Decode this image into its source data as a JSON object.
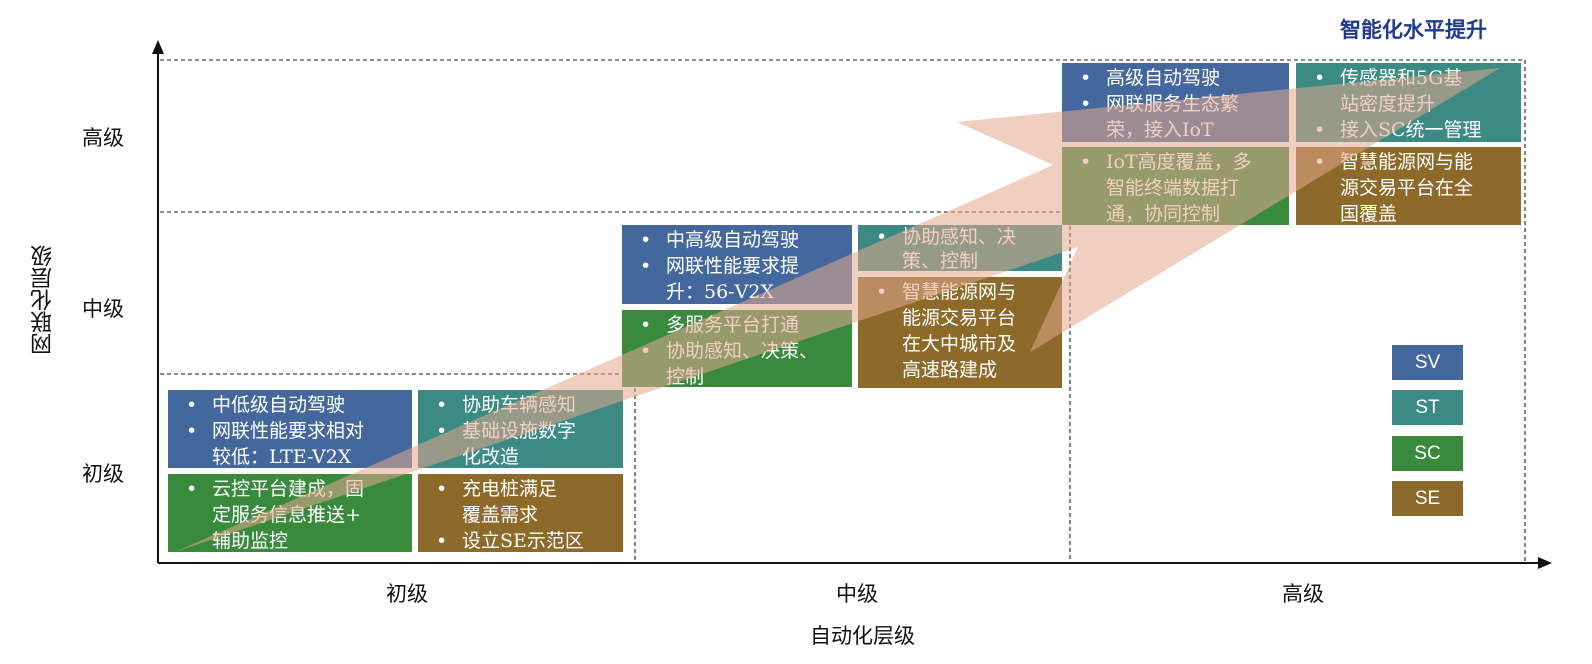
{
  "title": "智能化水平提升",
  "y_axis": {
    "title": "网联化层级",
    "ticks": [
      "高级",
      "中级",
      "初级"
    ]
  },
  "x_axis": {
    "title": "自动化层级",
    "ticks": [
      "初级",
      "中级",
      "高级"
    ]
  },
  "colors": {
    "SV": "#44689e",
    "ST": "#3b8a84",
    "SC": "#3a8a3e",
    "SE": "#8d6a2a",
    "arrow": "#e3a78e",
    "title": "#1f3a8f"
  },
  "legend": [
    "SV",
    "ST",
    "SC",
    "SE"
  ],
  "boxes": {
    "low": {
      "SV": [
        "中低级自动驾驶",
        "网联性能要求相对",
        "较低：LTE-V2X"
      ],
      "ST": [
        "协助车辆感知",
        "基础设施数字",
        "化改造"
      ],
      "SC": [
        "云控平台建成，固",
        "定服务信息推送+",
        "辅助监控"
      ],
      "SE": [
        "充电桩满足",
        "覆盖需求",
        "设立SE示范区"
      ]
    },
    "mid": {
      "SV": [
        "中高级自动驾驶",
        "网联性能要求提",
        "升：56-V2X"
      ],
      "ST": [
        "协助感知、决",
        "策、控制"
      ],
      "SC": [
        "多服务平台打通",
        "协助感知、决策、",
        "控制"
      ],
      "SE": [
        "智慧能源网与",
        "能源交易平台",
        "在大中城市及",
        "高速路建成"
      ]
    },
    "high": {
      "SV": [
        "高级自动驾驶",
        "网联服务生态繁",
        "荣，接入IoT"
      ],
      "ST": [
        "传感器和5G基",
        "站密度提升",
        "接入SC统一管理"
      ],
      "SC": [
        "IoT高度覆盖，多",
        "智能终端数据打",
        "通，协同控制"
      ],
      "SE": [
        "智慧能源网与能",
        "源交易平台在全",
        "国覆盖"
      ]
    }
  }
}
